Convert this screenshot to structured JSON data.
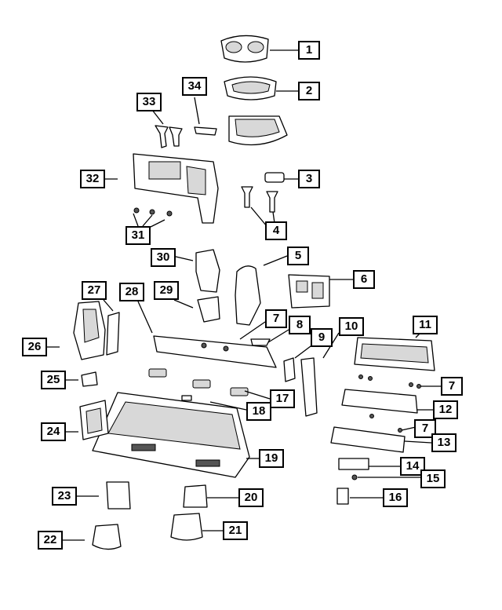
{
  "diagram": {
    "callouts": [
      {
        "id": "c1",
        "label": "1"
      },
      {
        "id": "c2",
        "label": "2"
      },
      {
        "id": "c3",
        "label": "3"
      },
      {
        "id": "c4",
        "label": "4"
      },
      {
        "id": "c5",
        "label": "5"
      },
      {
        "id": "c6",
        "label": "6"
      },
      {
        "id": "c7a",
        "label": "7"
      },
      {
        "id": "c7b",
        "label": "7"
      },
      {
        "id": "c7c",
        "label": "7"
      },
      {
        "id": "c8",
        "label": "8"
      },
      {
        "id": "c9",
        "label": "9"
      },
      {
        "id": "c10",
        "label": "10"
      },
      {
        "id": "c11",
        "label": "11"
      },
      {
        "id": "c12",
        "label": "12"
      },
      {
        "id": "c13",
        "label": "13"
      },
      {
        "id": "c14",
        "label": "14"
      },
      {
        "id": "c15",
        "label": "15"
      },
      {
        "id": "c16",
        "label": "16"
      },
      {
        "id": "c17",
        "label": "17"
      },
      {
        "id": "c18",
        "label": "18"
      },
      {
        "id": "c19",
        "label": "19"
      },
      {
        "id": "c20",
        "label": "20"
      },
      {
        "id": "c21",
        "label": "21"
      },
      {
        "id": "c22",
        "label": "22"
      },
      {
        "id": "c23",
        "label": "23"
      },
      {
        "id": "c24",
        "label": "24"
      },
      {
        "id": "c25",
        "label": "25"
      },
      {
        "id": "c26",
        "label": "26"
      },
      {
        "id": "c27",
        "label": "27"
      },
      {
        "id": "c28",
        "label": "28"
      },
      {
        "id": "c29",
        "label": "29"
      },
      {
        "id": "c30",
        "label": "30"
      },
      {
        "id": "c31",
        "label": "31"
      },
      {
        "id": "c32",
        "label": "32"
      },
      {
        "id": "c33",
        "label": "33"
      },
      {
        "id": "c34",
        "label": "34"
      }
    ]
  }
}
